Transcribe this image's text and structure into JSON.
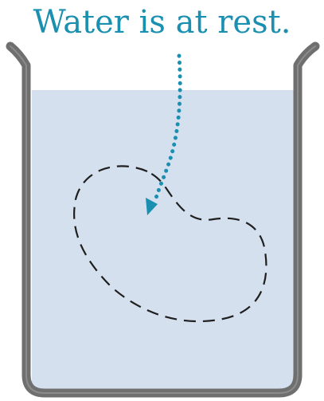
{
  "caption": "Water is at rest.",
  "colors": {
    "caption": "#1a8fb0",
    "arrow": "#1a8fb0",
    "water": "#d5e0ee",
    "beaker": "#6f6f6f",
    "beaker_highlight": "#a8a8a8",
    "region_outline": "#1f1f1f"
  },
  "parts": {
    "beaker": "beaker",
    "water": "water",
    "region": "closed-region-dashed-outline",
    "arrow": "dotted-pointer-arrow"
  }
}
